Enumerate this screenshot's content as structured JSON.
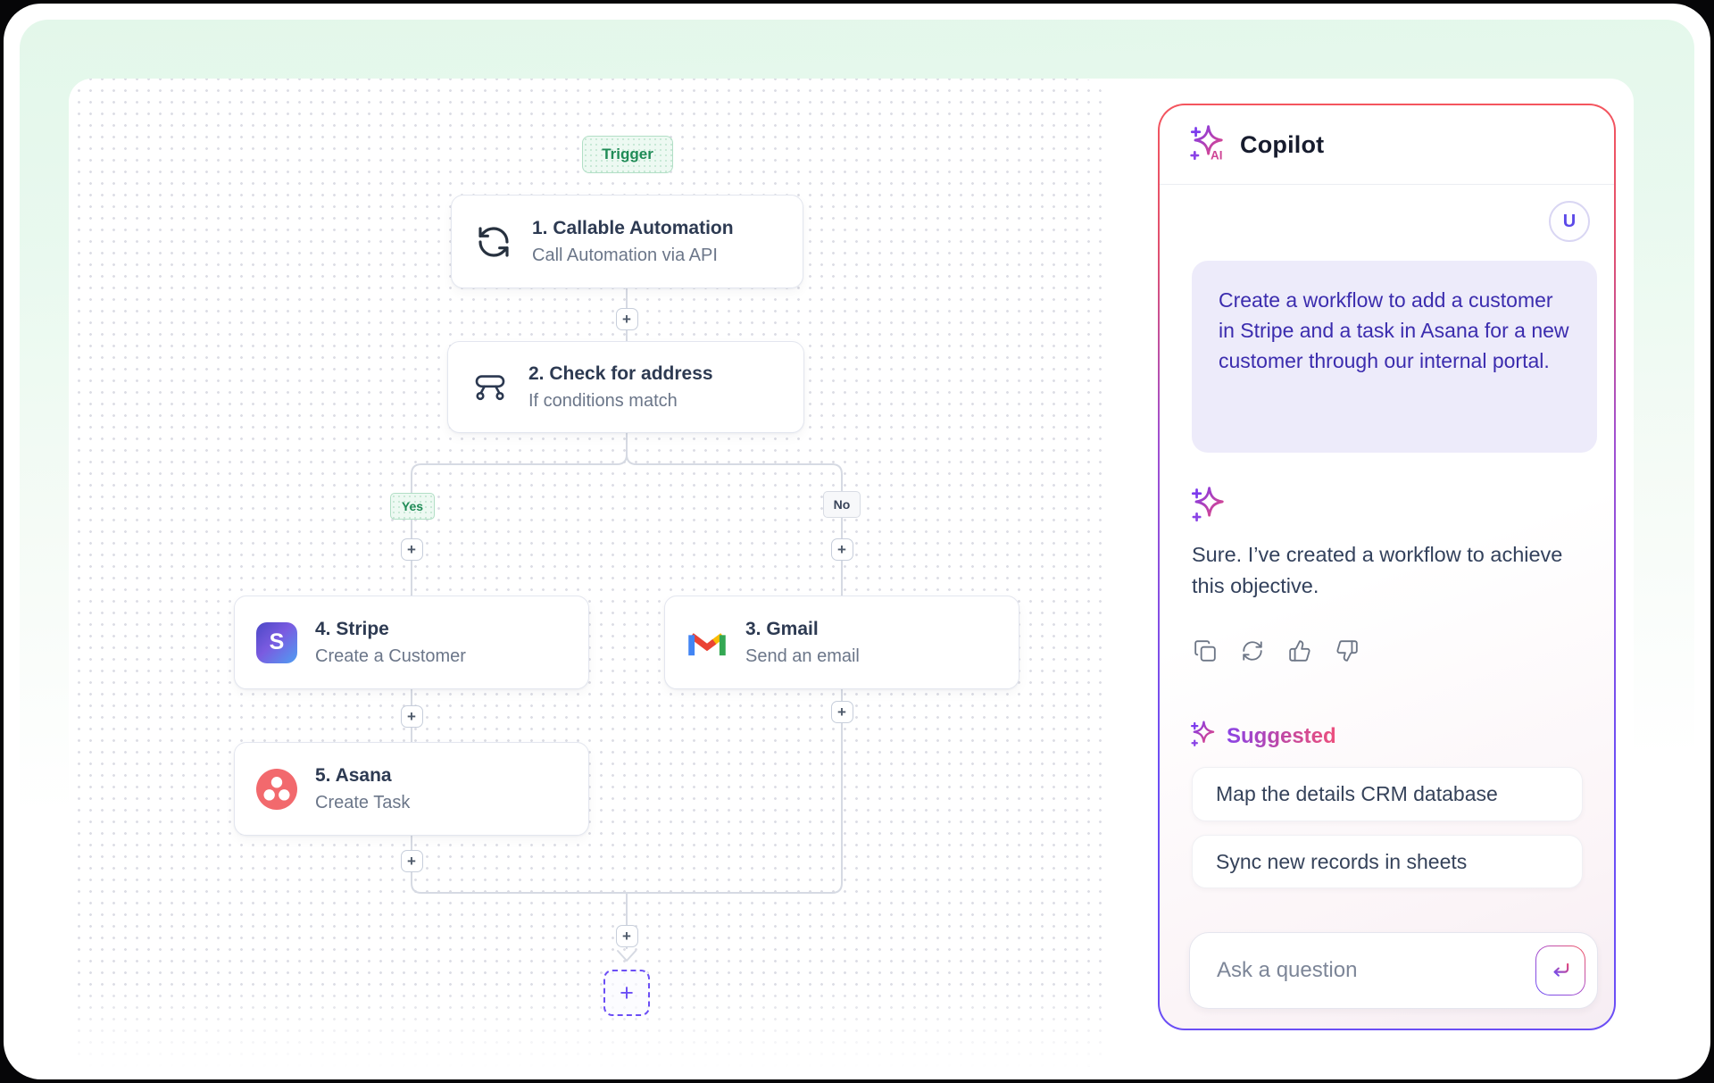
{
  "workflow": {
    "trigger_label": "Trigger",
    "yes_label": "Yes",
    "no_label": "No",
    "plus": "+",
    "nodes": {
      "callable": {
        "title": "1. Callable Automation",
        "subtitle": "Call Automation via API"
      },
      "check": {
        "title": "2. Check for address",
        "subtitle": "If conditions match"
      },
      "gmail": {
        "title": "3. Gmail",
        "subtitle": "Send an email"
      },
      "stripe": {
        "title": "4. Stripe",
        "subtitle": "Create a Customer",
        "badge": "S"
      },
      "asana": {
        "title": "5. Asana",
        "subtitle": "Create Task"
      }
    }
  },
  "copilot": {
    "title": "Copilot",
    "avatar": "U",
    "user_message": "Create a workflow to add a customer in Stripe and a task in Asana for a new customer through our internal portal.",
    "assistant_message": "Sure. I’ve created a workflow to achieve this objective.",
    "suggested_label": "Suggested",
    "suggestions": {
      "first": "Map the details  CRM database",
      "second": "Sync new records in sheets"
    },
    "input_placeholder": "Ask a question"
  },
  "colors": {
    "accent_green": "#1f8b56",
    "accent_purple": "#6b4ef5",
    "accent_pink": "#ed4f7d",
    "border_red": "#f4555e",
    "connector_gray": "#d6dae3",
    "user_text": "#3b2cae"
  }
}
